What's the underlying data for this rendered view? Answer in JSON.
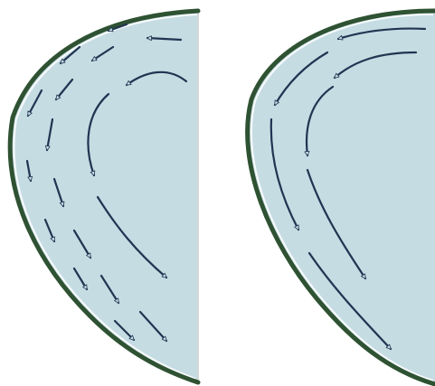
{
  "colors": {
    "fill": "#c5dce3",
    "outline": "#2e5232",
    "flat_edge": "#d4d8d8",
    "arrow": "#1f3551",
    "arrowhead_fill": "#c5dce3",
    "highlight": "#ffffff"
  },
  "panels": [
    {
      "name": "left-panel",
      "flow": "dashed-arrows"
    },
    {
      "name": "right-panel",
      "flow": "solid-arrows"
    }
  ]
}
